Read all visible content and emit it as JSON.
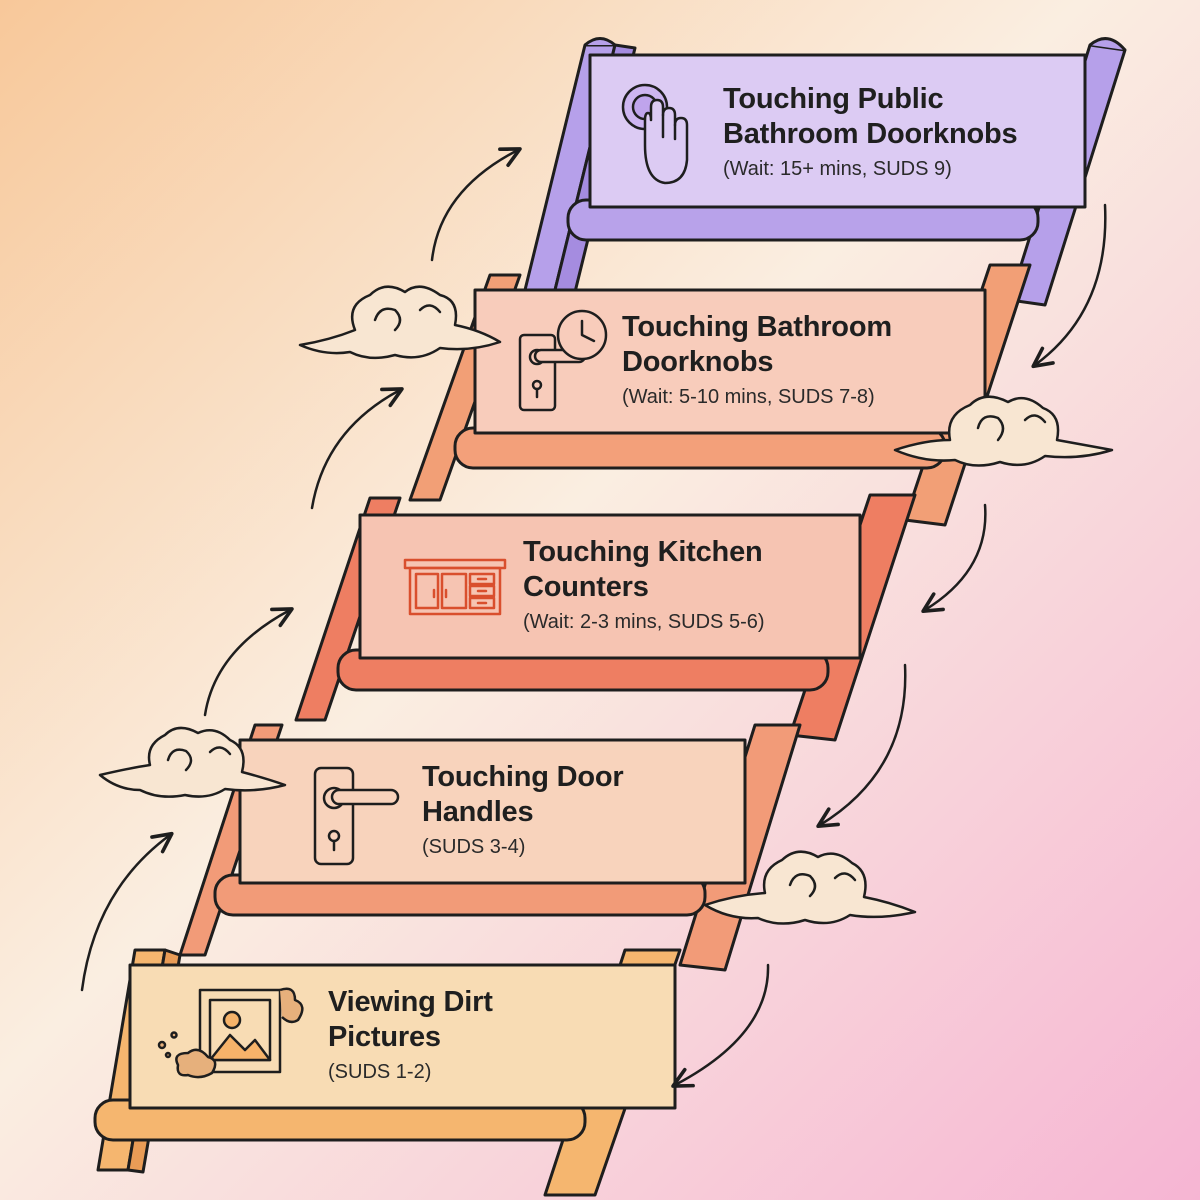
{
  "colors": {
    "background_start": "#f8cda2",
    "background_mid": "#faeee0",
    "background_end": "#f6b7d3",
    "rung_1": "#f8dcb4",
    "rung_2": "#f8d3bc",
    "rung_3": "#f6c4b2",
    "rung_4": "#f8ccbb",
    "rung_5": "#dccbf3",
    "rail_lower": "#f5b66f",
    "rail_mid": "#f29b78",
    "rail_upper": "#f3a07a",
    "rail_top": "#b8a2ea",
    "outline": "#1e1e1e"
  },
  "ladder": {
    "rungs": [
      {
        "id": "rung-1",
        "title_line1": "Viewing Dirt",
        "title_line2": "Pictures",
        "detail": "(SUDS 1-2)",
        "icon": "dirt-picture-icon"
      },
      {
        "id": "rung-2",
        "title_line1": "Touching Door",
        "title_line2": "Handles",
        "detail": "(SUDS 3-4)",
        "icon": "door-handle-icon"
      },
      {
        "id": "rung-3",
        "title_line1": "Touching Kitchen",
        "title_line2": "Counters",
        "detail": "(Wait: 2-3 mins, SUDS 5-6)",
        "icon": "kitchen-counter-icon"
      },
      {
        "id": "rung-4",
        "title_line1": "Touching Bathroom",
        "title_line2": "Doorknobs",
        "detail": "(Wait: 5-10 mins, SUDS 7-8)",
        "icon": "doorknob-clock-icon"
      },
      {
        "id": "rung-5",
        "title_line1": "Touching Public",
        "title_line2": "Bathroom Doorknobs",
        "detail": "(Wait: 15+ mins, SUDS 9)",
        "icon": "hand-doorknob-icon"
      }
    ]
  }
}
